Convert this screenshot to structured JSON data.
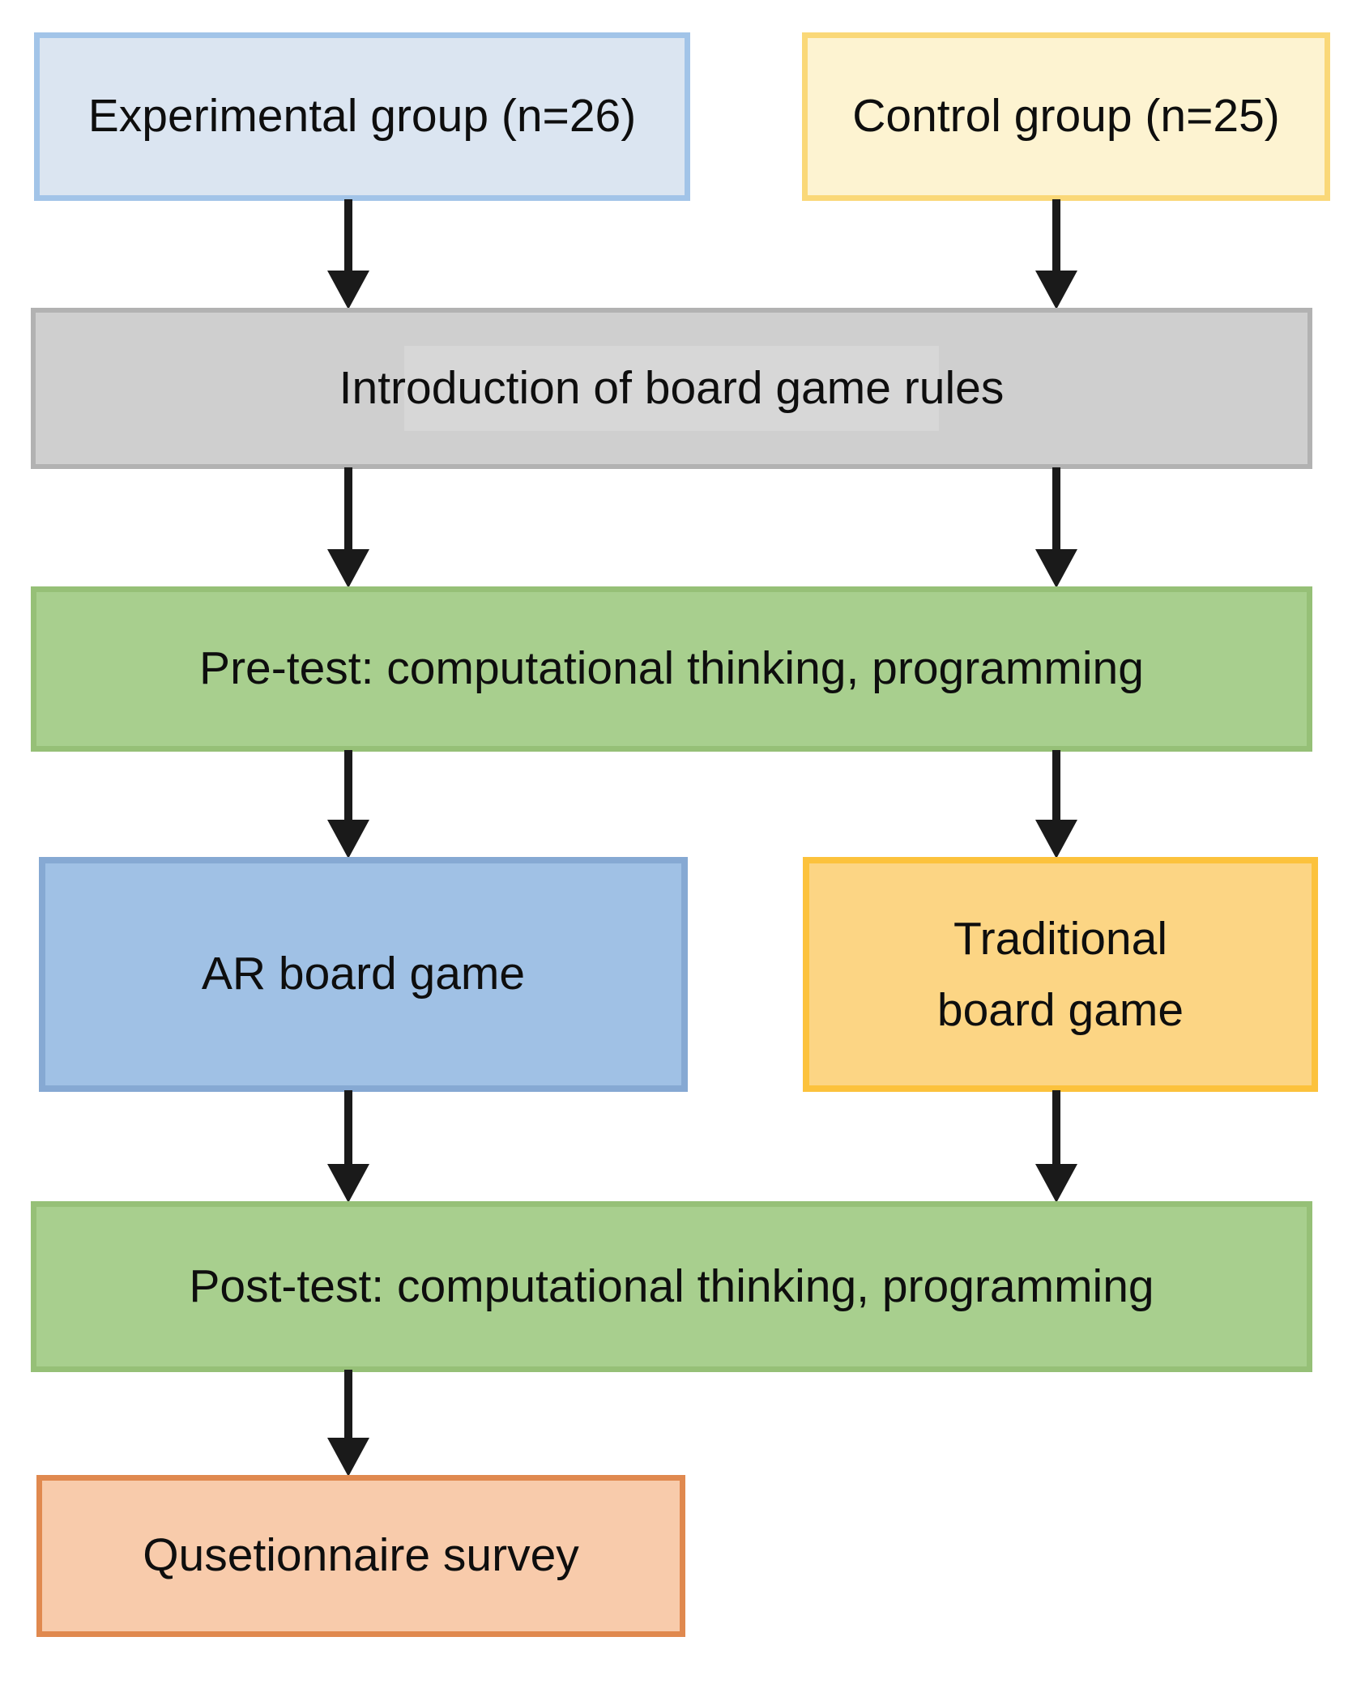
{
  "diagram": {
    "type": "flowchart",
    "arrow_color": "#1a1a1a",
    "nodes": {
      "experimental_group": {
        "label": "Experimental group (n=26)",
        "fill": "#dbe5f1",
        "border": "#a2c4e8"
      },
      "control_group": {
        "label": "Control group (n=25)",
        "fill": "#fdf3d1",
        "border": "#fad878"
      },
      "introduction": {
        "label": "Introduction of board game rules",
        "fill": "#cfcfcf",
        "border": "#b2b2b2"
      },
      "pre_test": {
        "label": "Pre-test: computational thinking, programming",
        "fill": "#a8cf8e",
        "border": "#96c077"
      },
      "ar_board_game": {
        "label": "AR board game",
        "fill": "#a0c1e5",
        "border": "#86a9d3"
      },
      "traditional_board_game": {
        "label": "Traditional board game",
        "lines": [
          "Traditional",
          "board game"
        ],
        "fill": "#fcd584",
        "border": "#fcc23c"
      },
      "post_test": {
        "label": "Post-test: computational thinking, programming",
        "fill": "#a8cf8e",
        "border": "#96c077"
      },
      "questionnaire_survey": {
        "label": "Qusetionnaire survey",
        "fill": "#f8cbab",
        "border": "#e0894f"
      }
    },
    "edges": [
      {
        "from": "experimental_group",
        "to": "introduction"
      },
      {
        "from": "control_group",
        "to": "introduction"
      },
      {
        "from": "introduction",
        "to": "pre_test",
        "column": "left"
      },
      {
        "from": "introduction",
        "to": "pre_test",
        "column": "right"
      },
      {
        "from": "pre_test",
        "to": "ar_board_game"
      },
      {
        "from": "pre_test",
        "to": "traditional_board_game"
      },
      {
        "from": "ar_board_game",
        "to": "post_test"
      },
      {
        "from": "traditional_board_game",
        "to": "post_test"
      },
      {
        "from": "post_test",
        "to": "questionnaire_survey"
      }
    ]
  }
}
